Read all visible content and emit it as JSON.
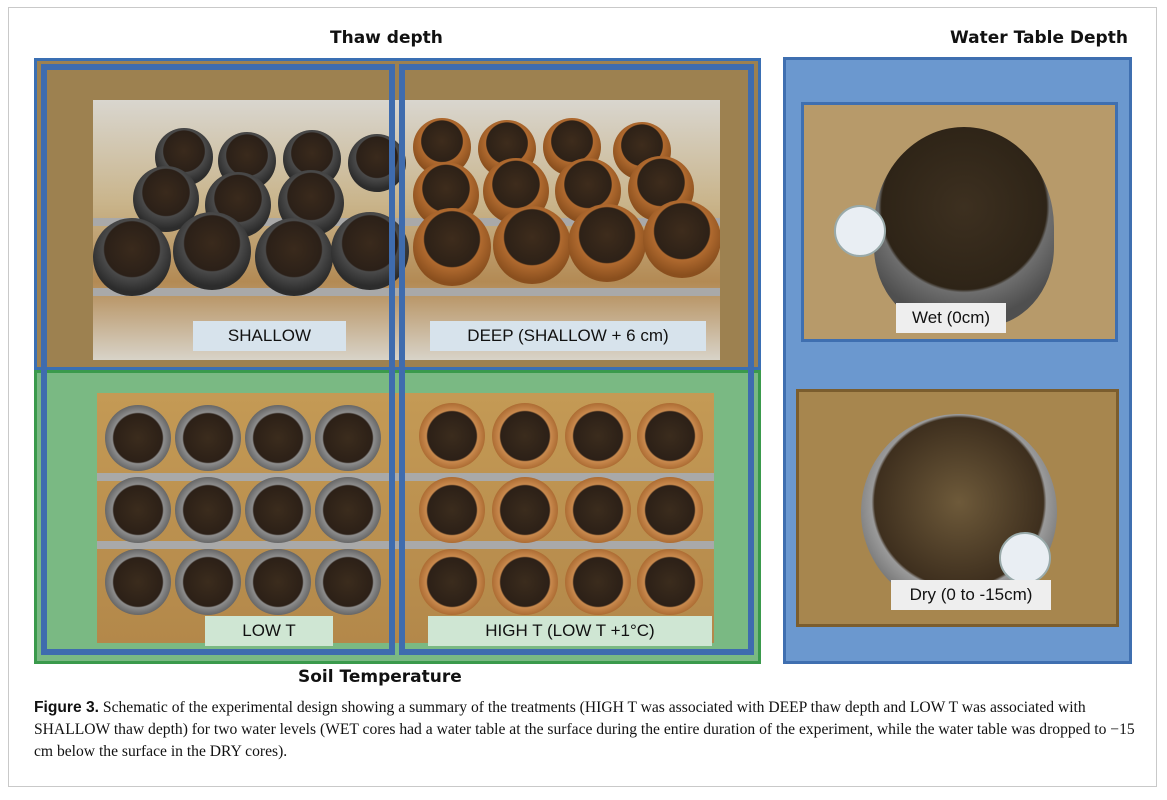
{
  "figure": {
    "thaw_depth_header": "Thaw depth",
    "water_table_header": "Water Table Depth",
    "soil_temperature_header": "Soil Temperature",
    "labels": {
      "shallow": "SHALLOW",
      "deep": "DEEP (SHALLOW + 6 cm)",
      "low_t": "LOW T",
      "high_t": "HIGH T (LOW T +1°C)",
      "wet": "Wet (0cm)",
      "dry": "Dry (0 to -15cm)"
    },
    "colors": {
      "thaw_band": "#9d8150",
      "soil_band": "#7ab983",
      "water_panel": "#6b98cf",
      "column_outline": "#3f6cae"
    }
  },
  "caption": {
    "label": "Figure 3.",
    "text": "Schematic of the experimental design showing a summary of the treatments (HIGH T was associated with DEEP thaw depth and LOW T was associated with SHALLOW thaw depth) for two water levels (WET cores had a water table at the surface during the entire duration of the experiment, while the water table was dropped to −15 cm below the surface in the DRY cores)."
  }
}
